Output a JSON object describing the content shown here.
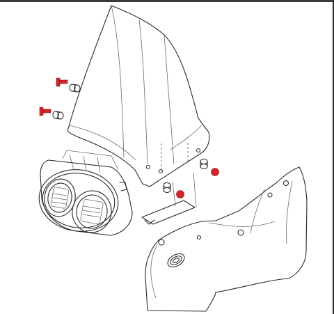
{
  "colors": {
    "background": "#ffffff",
    "line": "#2a2a2a",
    "highlight_fastener": "#d8232a",
    "border": "#3a3a3a"
  },
  "parts": [
    {
      "id": "windscreen",
      "label": ""
    },
    {
      "id": "headlight",
      "label": ""
    },
    {
      "id": "fairing",
      "label": ""
    },
    {
      "id": "mounting-bracket",
      "label": ""
    }
  ],
  "highlighted_fasteners": 4
}
